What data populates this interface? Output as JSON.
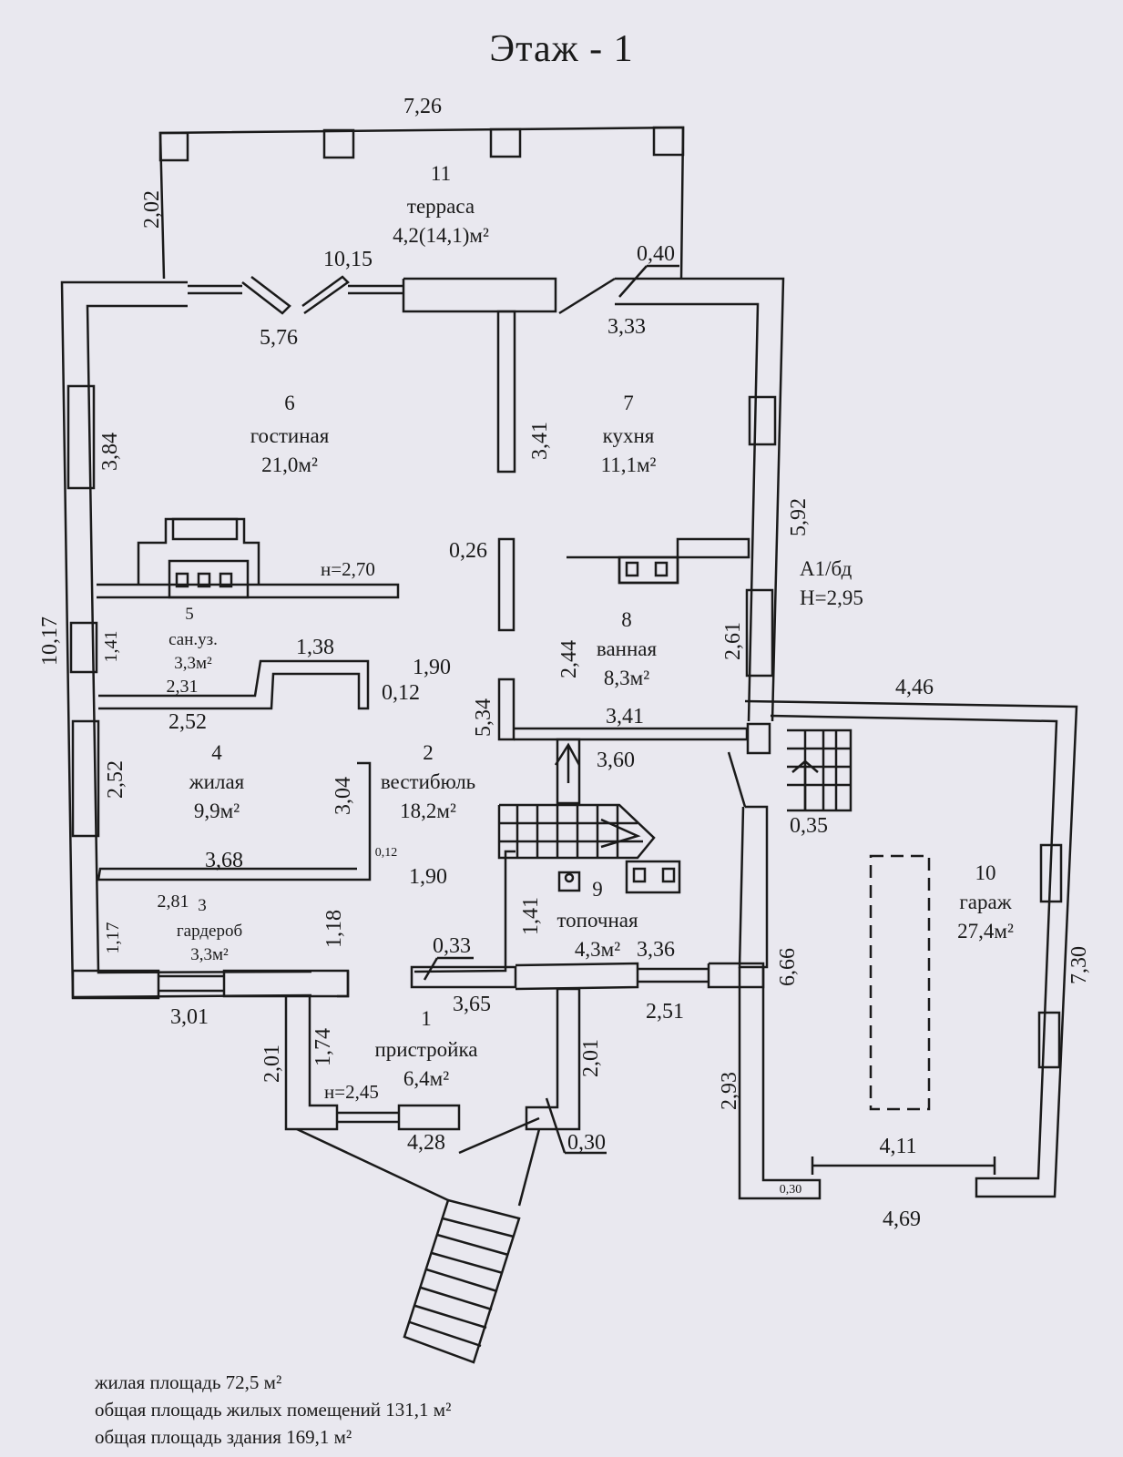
{
  "title": "Этаж - 1",
  "rooms": [
    {
      "id": "1",
      "name": "пристройка",
      "area": "6,4м²"
    },
    {
      "id": "2",
      "name": "вестибюль",
      "area": "18,2м²"
    },
    {
      "id": "3",
      "name": "гардероб",
      "area": "3,3м²"
    },
    {
      "id": "4",
      "name": "жилая",
      "area": "9,9м²"
    },
    {
      "id": "5",
      "name": "сан.уз.",
      "area": "3,3м²"
    },
    {
      "id": "6",
      "name": "гостиная",
      "area": "21,0м²"
    },
    {
      "id": "7",
      "name": "кухня",
      "area": "11,1м²"
    },
    {
      "id": "8",
      "name": "ванная",
      "area": "8,3м²"
    },
    {
      "id": "9",
      "name": "топочная",
      "area": "4,3м²"
    },
    {
      "id": "10",
      "name": "гараж",
      "area": "27,4м²"
    },
    {
      "id": "11",
      "name": "терраса",
      "area": "4,2(14,1)м²"
    }
  ],
  "labels": {
    "block": "А1/бд",
    "height_main": "Н=2,95",
    "height_living": "н=2,70",
    "height_annex": "н=2,45"
  },
  "dimensions": {
    "terrace_width": "7,26",
    "terrace_depth": "2,02",
    "terrace_inner": "10,15",
    "door_post": "0,40",
    "living_width": "5,76",
    "kitchen_width": "3,33",
    "living_left": "3,84",
    "partition": "3,41",
    "right_upper": "5,92",
    "stub": "0,26",
    "total_left": "10,17",
    "bath_small": "1,41",
    "wc_top": "1,38",
    "wc_width": "2,31",
    "wall_012a": "0,12",
    "vest_190a": "1,90",
    "bath_height": "2,44",
    "bath_right": "2,61",
    "garage_top": "4,46",
    "living4_top": "2,52",
    "living4_side": "2,52",
    "vest_534": "5,34",
    "bath_width": "3,41",
    "stair": "3,60",
    "vest_304": "3,04",
    "wall_035": "0,35",
    "living4_bottom": "3,68",
    "wall_012b": "0,12",
    "vest_190b": "1,90",
    "ward_width": "2,81",
    "ward_side": "1,17",
    "ward_118": "1,18",
    "boiler_141": "1,41",
    "boiler_width": "3,36",
    "wall_033": "0,33",
    "garage_length": "6,66",
    "garage_right": "7,30",
    "bottom_left": "3,01",
    "annex_top": "3,65",
    "boiler_bottom": "2,51",
    "annex_left": "2,01",
    "annex_174": "1,74",
    "annex_right": "2,01",
    "garage_293": "2,93",
    "annex_bottom": "4,28",
    "wall_030a": "0,30",
    "garage_gate": "4,11",
    "wall_030b": "0,30",
    "garage_bottom": "4,69"
  },
  "summary": {
    "living_area": "жилая площадь 72,5 м²",
    "total_living": "общая площадь жилых помещений 131,1 м²",
    "total_building": "общая площадь здания 169,1 м²"
  }
}
